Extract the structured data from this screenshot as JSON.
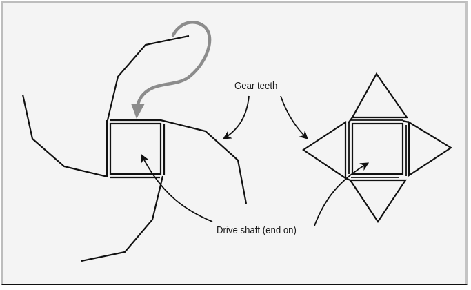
{
  "diagram": {
    "labels": {
      "gear_teeth": "Gear teeth",
      "drive_shaft": "Drive shaft (end on)"
    },
    "figures": [
      {
        "name": "left-gear",
        "description": "square drive shaft with four bent arms (curved gear teeth)"
      },
      {
        "name": "right-gear",
        "description": "square drive shaft with four triangular gear teeth"
      }
    ],
    "colors": {
      "background": "#f4f4f4",
      "line": "#111111",
      "rotation_arrow": "#8c8c8c"
    }
  }
}
